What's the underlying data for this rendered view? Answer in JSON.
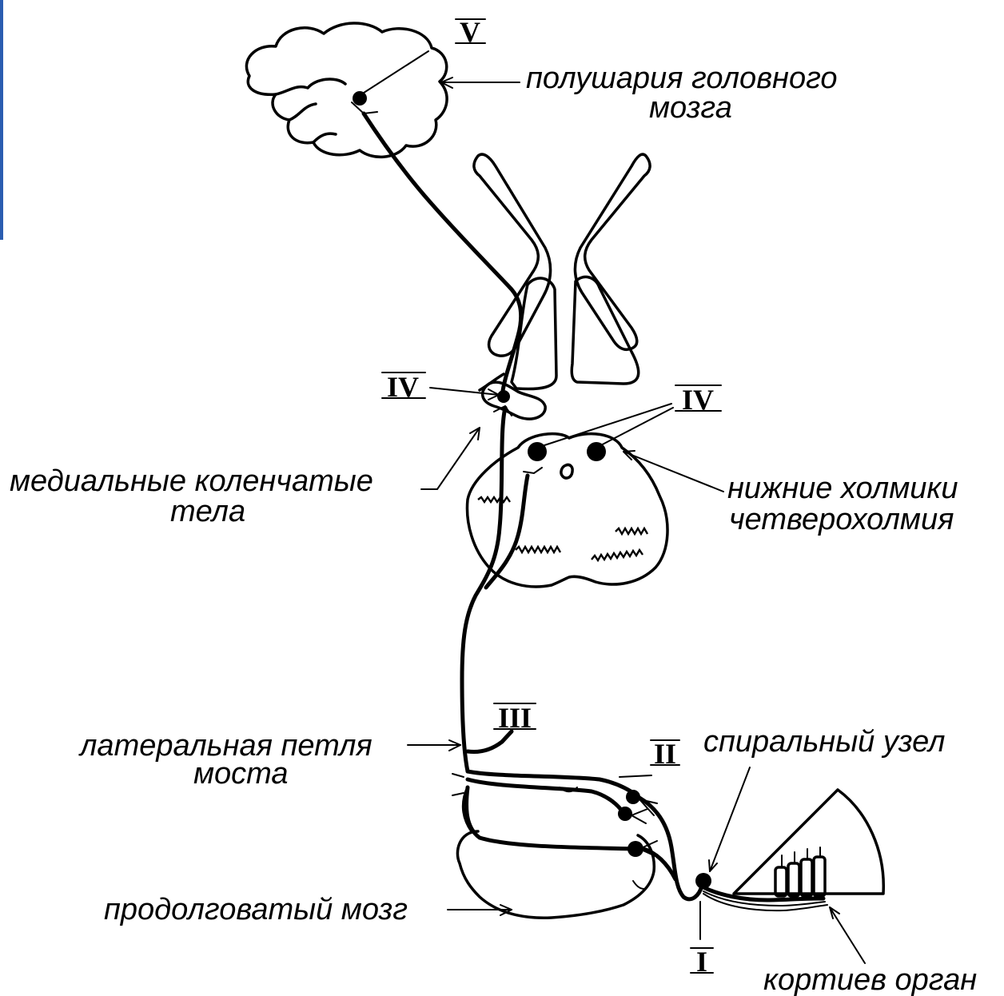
{
  "labels": {
    "hemispheres": [
      "полушария головного",
      "мозга"
    ],
    "medial_geniculate": [
      "медиальные коленчатые",
      "тела"
    ],
    "inferior_colliculi": [
      "нижние холмики",
      "четверохолмия"
    ],
    "lateral_lemniscus": [
      "латеральная петля",
      "моста"
    ],
    "spiral_ganglion": "спиральный узел",
    "medulla": "продолговатый мозг",
    "organ_of_corti": "кортиев орган"
  },
  "numerals": {
    "v": "V",
    "iv_left": "IV",
    "iv_right": "IV",
    "iii": "III",
    "ii": "II",
    "i": "I"
  }
}
